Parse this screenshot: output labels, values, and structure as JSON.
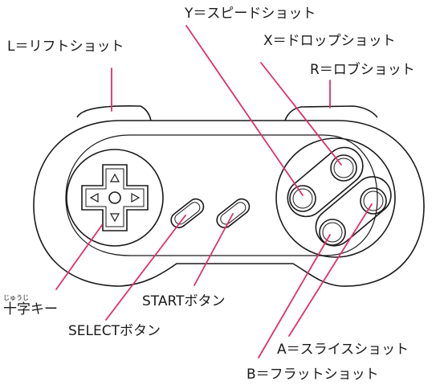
{
  "colors": {
    "leader": "#e0306a",
    "outline": "#1a1a1a",
    "background": "#ffffff"
  },
  "labels": {
    "y": "Y＝スピードショット",
    "l": "L＝リフトショット",
    "x": "X＝ドロップショット",
    "r": "R＝ロブショット",
    "dpad": "十字キー",
    "dpad_ruby": "じゅうじ",
    "start": "STARTボタン",
    "select": "SELECTボタン",
    "a": "A＝スライスショット",
    "b": "B＝フラットショット"
  },
  "icons": {
    "dpad_arrows": [
      "arrow-up-icon",
      "arrow-down-icon",
      "arrow-left-icon",
      "arrow-right-icon"
    ],
    "dpad_center": "circle-icon"
  }
}
